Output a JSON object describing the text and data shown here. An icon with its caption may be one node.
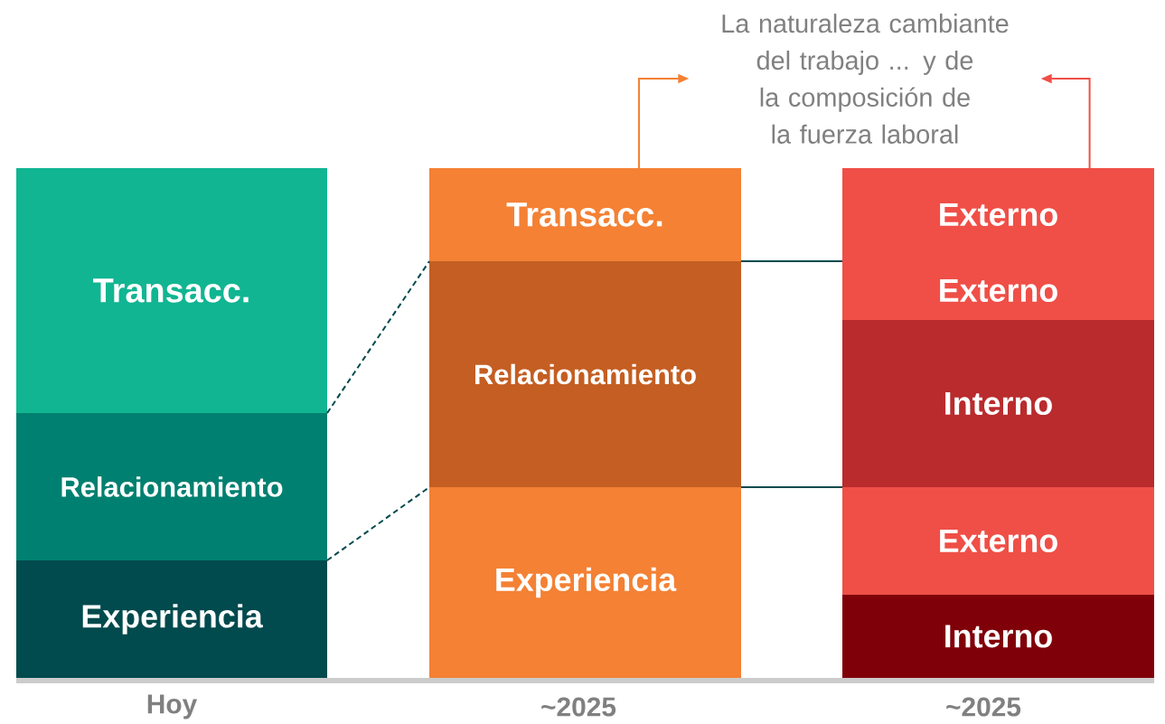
{
  "diagram": {
    "nodes": [
      {
        "text": [
          "Transacc."
        ]
      },
      {
        "text": [
          "Relacionamiento"
        ]
      },
      {
        "text": [
          "Experiencia"
        ]
      },
      {
        "text": [
          "Transacc."
        ]
      },
      {
        "text": [
          "Relacionamiento"
        ]
      },
      {
        "text": [
          "Experiencia"
        ]
      },
      {
        "text": [
          "Externo"
        ]
      },
      {
        "text": [
          "Externo"
        ]
      },
      {
        "text": [
          "Interno"
        ]
      },
      {
        "text": [
          "Externo"
        ]
      },
      {
        "text": [
          "Interno"
        ]
      },
      {
        "text": [
          "La naturaleza cambiante del trabajo ... y de la composición de la fuerza laboral"
        ]
      }
    ],
    "edges": [
      {
        "from": 1,
        "to": 4,
        "arrow": "none",
        "style": "dashed",
        "color": "#014a4d"
      },
      {
        "from": 1,
        "to": 4,
        "arrow": "none",
        "style": "dashed",
        "color": "#014a4d"
      },
      {
        "from": 4,
        "to": 7,
        "arrow": "none",
        "color": "#014a4d"
      },
      {
        "from": 4,
        "to": 8,
        "arrow": "none",
        "color": "#014a4d"
      },
      {
        "from": 3,
        "to": 11,
        "arrow": "to",
        "color": "#f48134"
      },
      {
        "from": 6,
        "to": 11,
        "arrow": "to",
        "color": "#ef4f47"
      }
    ],
    "labels": [
      "Hoy",
      "~2025",
      "~2025"
    ]
  }
}
